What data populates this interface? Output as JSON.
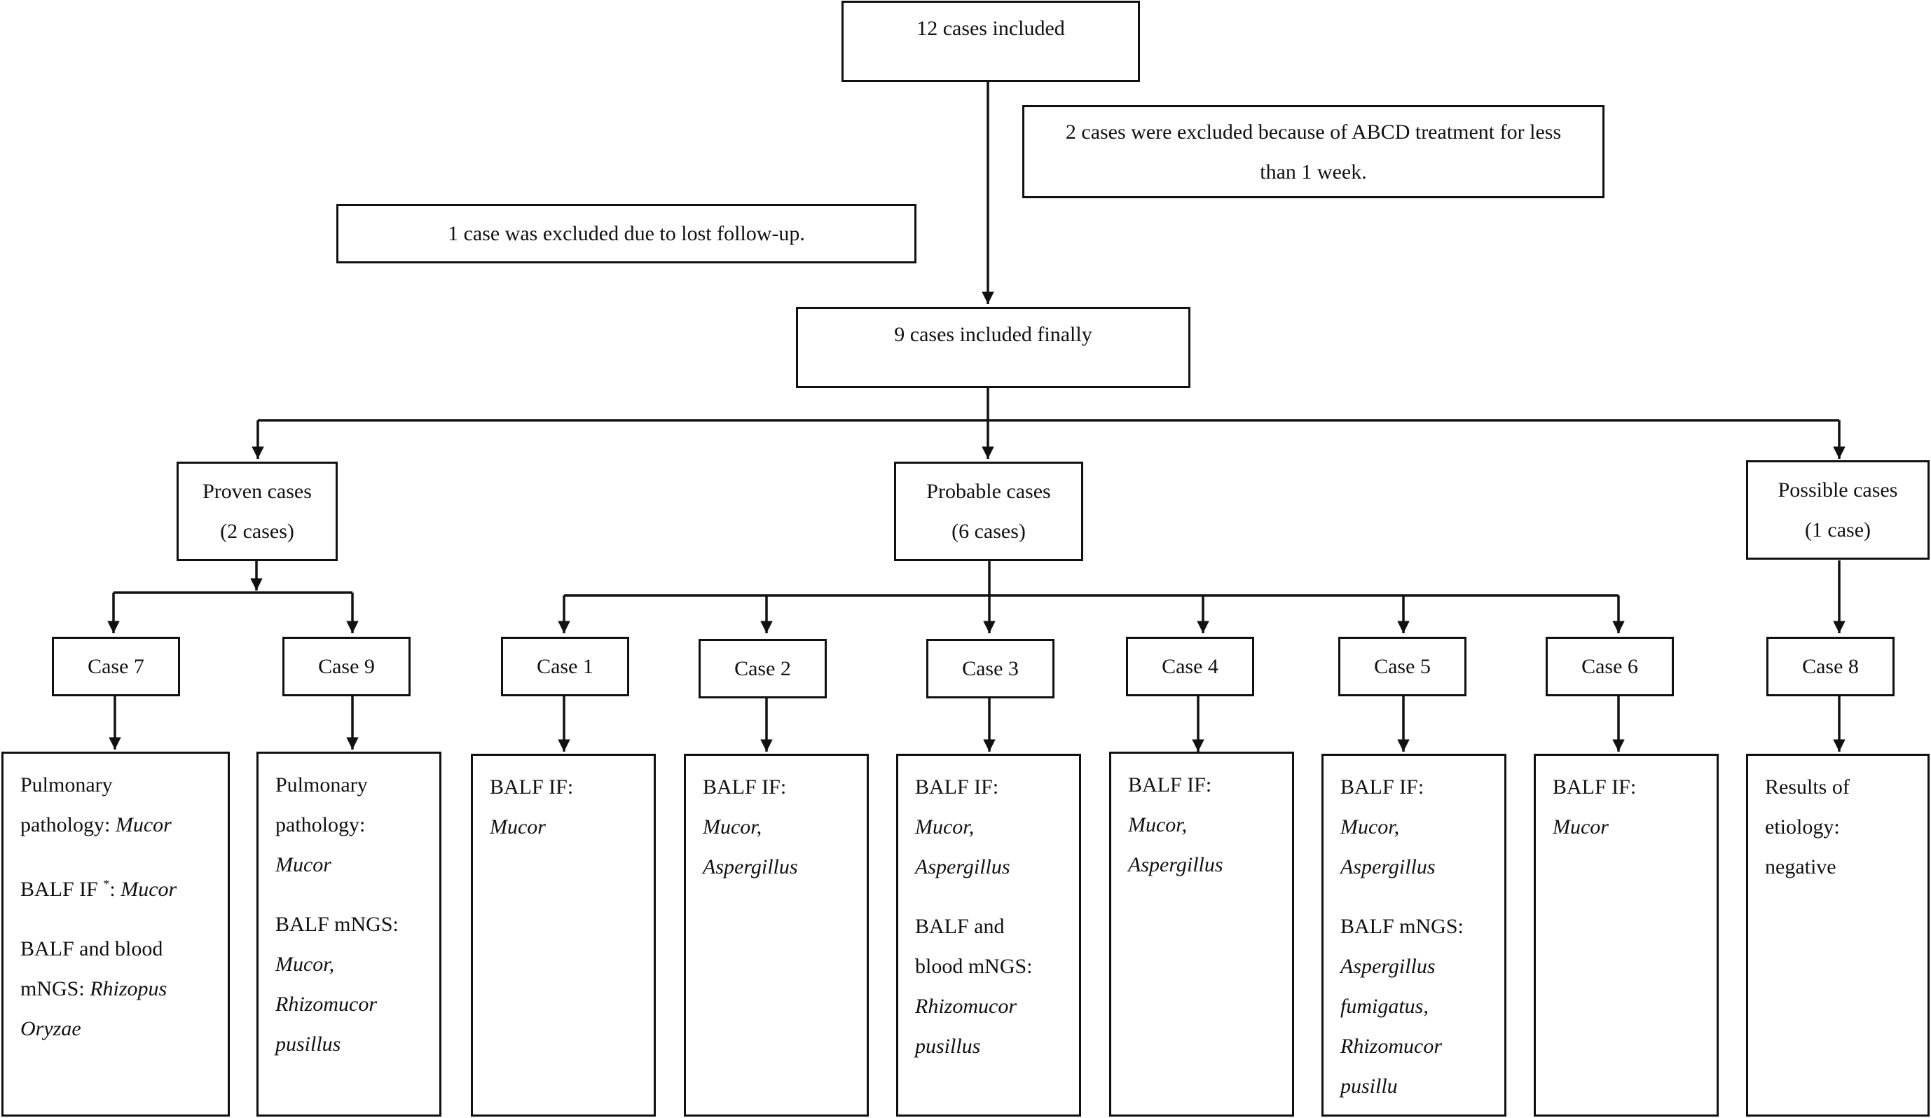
{
  "top": {
    "included": "12 cases included",
    "final": "9 cases included finally"
  },
  "exclusions": {
    "abcd_line1": "2 cases were excluded because of ABCD treatment for less",
    "abcd_line2": "than 1 week.",
    "lost_followup": "1 case was excluded due to lost follow-up."
  },
  "groups": {
    "proven": {
      "line1": "Proven cases",
      "line2": "(2 cases)"
    },
    "probable": {
      "line1": "Probable cases",
      "line2": "(6 cases)"
    },
    "possible": {
      "line1": "Possible cases",
      "line2": "(1 case)"
    }
  },
  "cases": {
    "c7": "Case 7",
    "c9": "Case 9",
    "c1": "Case 1",
    "c2": "Case 2",
    "c3": "Case 3",
    "c4": "Case 4",
    "c5": "Case 5",
    "c6": "Case 6",
    "c8": "Case 8"
  },
  "details": {
    "c7": {
      "l1": "Pulmonary",
      "l2a": "pathology: ",
      "l2b": "Mucor",
      "l3a": "BALF IF ",
      "l3sup": "*",
      "l3b": ":  ",
      "l3c": "Mucor",
      "l4": "BALF and blood",
      "l5a": "mNGS: ",
      "l5b": "Rhizopus",
      "l6": "Oryzae"
    },
    "c9": {
      "l1": "Pulmonary",
      "l2": "pathology:",
      "l3": "Mucor",
      "l4": "BALF mNGS:",
      "l5": "Mucor,",
      "l6": "Rhizomucor",
      "l7": "pusillus"
    },
    "c1": {
      "l1": "BALF IF:",
      "l2": "Mucor"
    },
    "c2": {
      "l1": "BALF IF:",
      "l2": "Mucor,",
      "l3": "Aspergillus"
    },
    "c3": {
      "l1": "BALF IF:",
      "l2": "Mucor,",
      "l3": "Aspergillus",
      "l4": "BALF and",
      "l5": "blood mNGS:",
      "l6": "Rhizomucor",
      "l7": "pusillus"
    },
    "c4": {
      "l1": "BALF IF:",
      "l2": "Mucor,",
      "l3": "Aspergillus"
    },
    "c5": {
      "l1": "BALF IF:",
      "l2": "Mucor,",
      "l3": "Aspergillus",
      "l4": "BALF mNGS:",
      "l5": "Aspergillus",
      "l6": "fumigatus,",
      "l7": "Rhizomucor",
      "l8": "pusillu"
    },
    "c6": {
      "l1": "BALF IF:",
      "l2": "Mucor"
    },
    "c8": {
      "l1": "Results of",
      "l2": "etiology:",
      "l3": "negative"
    }
  }
}
